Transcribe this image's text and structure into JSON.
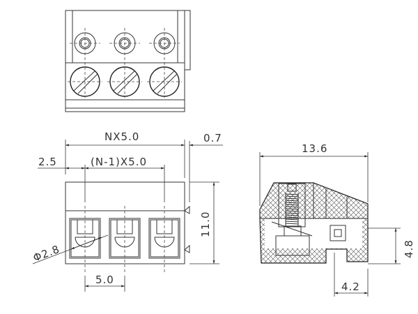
{
  "front_view": {
    "dim_total": "NX5.0",
    "dim_offset": "0.7",
    "dim_edge": "2.5",
    "dim_span": "(N-1)X5.0",
    "dim_height": "11.0",
    "dim_pitch": "5.0",
    "dim_hole": "Φ2.8"
  },
  "side_view": {
    "dim_depth": "13.6",
    "dim_pin_height": "4.8",
    "dim_pin_offset": "4.2"
  },
  "pole_count": 3
}
